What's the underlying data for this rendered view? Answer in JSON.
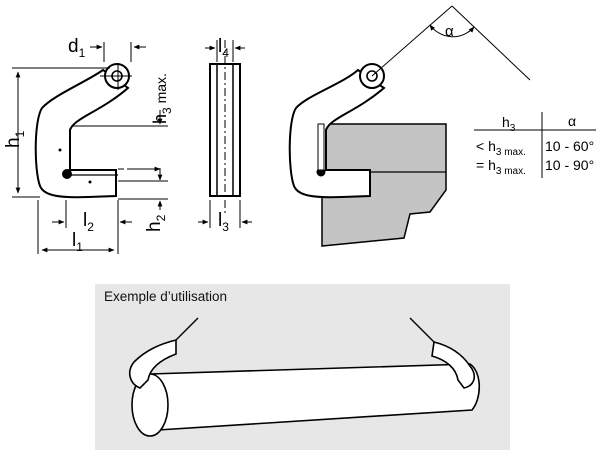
{
  "labels": {
    "d1": "d",
    "d1_sub": "1",
    "l4": "l",
    "l4_sub": "4",
    "h3max": "h",
    "h3max_sub": "3",
    "h3max_suffix": " max.",
    "h1": "h",
    "h1_sub": "1",
    "h2": "h",
    "h2_sub": "2",
    "l2": "l",
    "l2_sub": "2",
    "l1": "l",
    "l1_sub": "1",
    "l3": "l",
    "l3_sub": "3",
    "alpha": "α"
  },
  "table": {
    "header_h": "h",
    "header_h_sub": "3",
    "header_alpha": "α",
    "rows": [
      {
        "cond": "< h",
        "cond_sub": "3 max.",
        "range": "10 - 60°"
      },
      {
        "cond": "= h",
        "cond_sub": "3 max.",
        "range": "10 - 90°"
      }
    ]
  },
  "caption": "Exemple d’utilisation",
  "colors": {
    "material": "#c4c4c4",
    "panel": "#e6e7e6",
    "line": "#000000"
  }
}
